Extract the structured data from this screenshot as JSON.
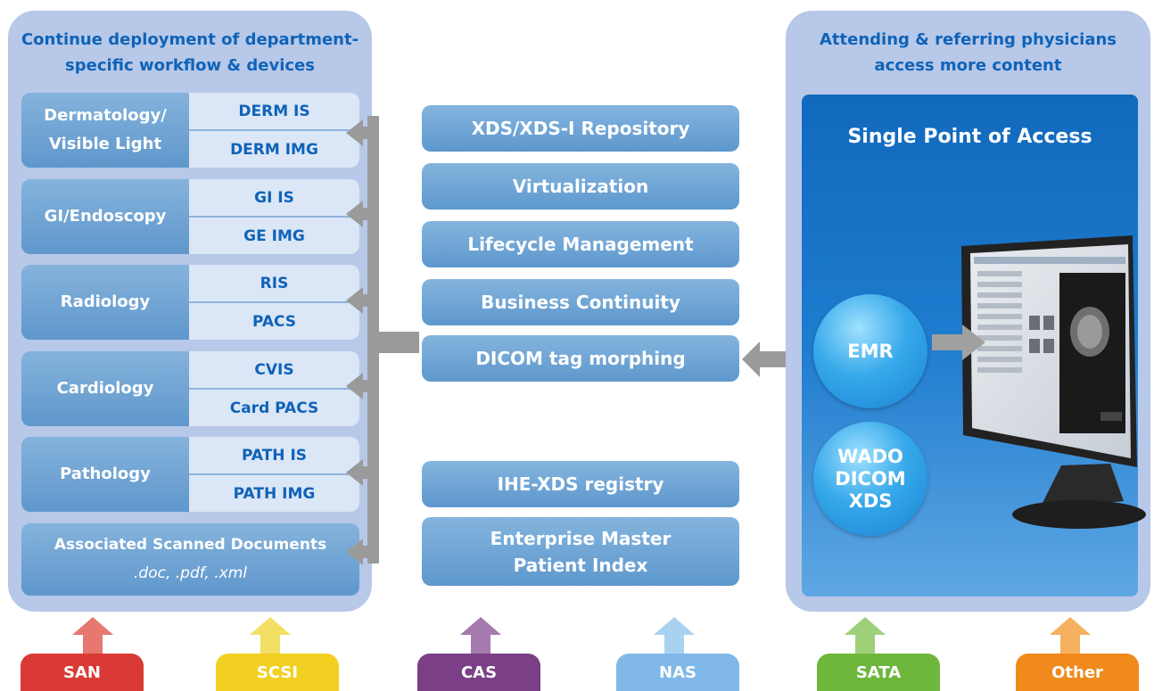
{
  "left_panel": {
    "title": "Continue deployment of department-\nspecific workflow & devices",
    "departments": [
      {
        "name": "Dermatology/\nVisible Light",
        "systems": [
          "DERM IS",
          "DERM IMG"
        ]
      },
      {
        "name": "GI/Endoscopy",
        "systems": [
          "GI IS",
          "GE IMG"
        ]
      },
      {
        "name": "Radiology",
        "systems": [
          "RIS",
          "PACS"
        ]
      },
      {
        "name": "Cardiology",
        "systems": [
          "CVIS",
          "Card PACS"
        ]
      },
      {
        "name": "Pathology",
        "systems": [
          "PATH IS",
          "PATH IMG"
        ]
      }
    ],
    "scanned": {
      "title": "Associated Scanned Documents",
      "subtitle": ".doc, .pdf, .xml"
    }
  },
  "center": {
    "items": [
      "XDS/XDS-I Repository",
      "Virtualization",
      "Lifecycle Management",
      "Business Continuity",
      "DICOM tag morphing"
    ],
    "registry": [
      "IHE-XDS registry",
      "Enterprise Master\nPatient Index"
    ]
  },
  "right_panel": {
    "title": "Attending & referring physicians\naccess more content",
    "spa_title": "Single Point of Access",
    "emr": "EMR",
    "wado": "WADO\nDICOM\nXDS"
  },
  "storage": [
    {
      "label": "SAN",
      "color": "#d93a36"
    },
    {
      "label": "SCSI",
      "color": "#f2d021"
    },
    {
      "label": "CAS",
      "color": "#7b3f86"
    },
    {
      "label": "NAS",
      "color": "#80b9e8"
    },
    {
      "label": "SATA",
      "color": "#6fb63d"
    },
    {
      "label": "Other",
      "color": "#f08a1c"
    }
  ]
}
